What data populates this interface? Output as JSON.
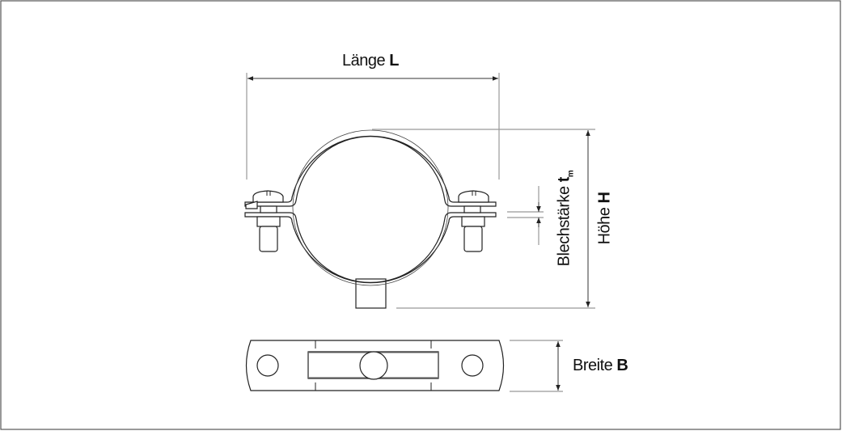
{
  "labels": {
    "length": {
      "text": "Länge",
      "symbol": "L"
    },
    "height": {
      "text": "Höhe",
      "symbol": "H"
    },
    "thickness": {
      "text": "Blechstärke",
      "symbol": "t",
      "subscript": "m"
    },
    "width": {
      "text": "Breite",
      "symbol": "B"
    }
  }
}
